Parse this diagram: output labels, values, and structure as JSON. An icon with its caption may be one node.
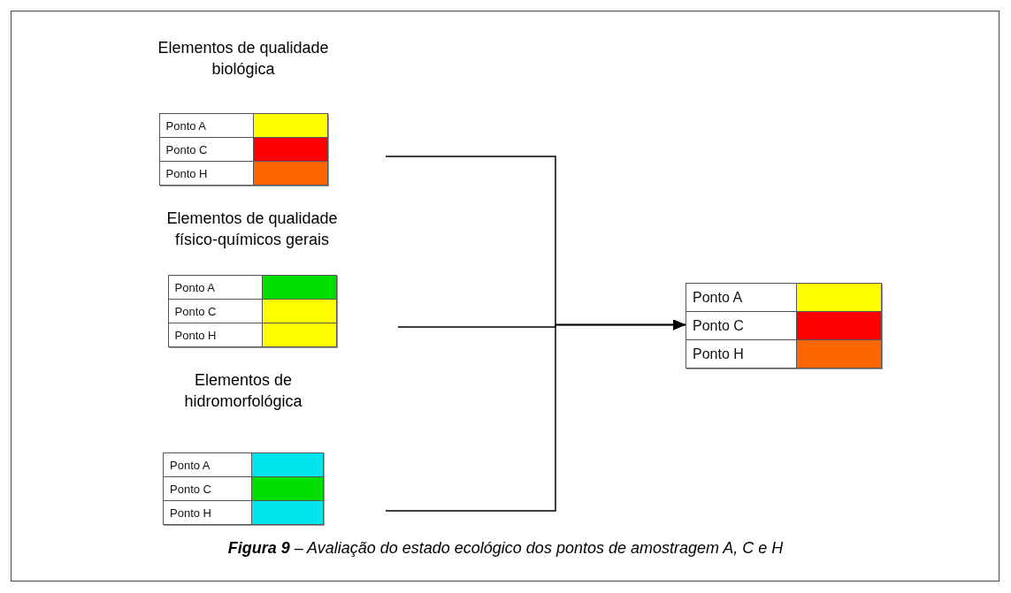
{
  "diagram": {
    "caption": "**Figura 9** – Avaliação do estado ecológico dos pontos de amostragem A, C e H",
    "nodes": [
      {
        "text": [
          "Elementos de qualidade biológica"
        ]
      },
      {
        "text": [
          "Ponto A"
        ],
        "in": 0
      },
      {
        "text": [
          "Ponto C"
        ],
        "in": 0
      },
      {
        "text": [
          "Ponto H"
        ],
        "in": 0
      },
      {
        "text": [
          "Elementos de qualidade físico-químicos gerais"
        ]
      },
      {
        "text": [
          "Ponto A"
        ],
        "in": 4
      },
      {
        "text": [
          "Ponto C"
        ],
        "in": 4
      },
      {
        "text": [
          "Ponto H"
        ],
        "in": 4
      },
      {
        "text": [
          "Elementos de hidromorfológica"
        ]
      },
      {
        "text": [
          "Ponto A"
        ],
        "in": 8
      },
      {
        "text": [
          "Ponto C"
        ],
        "in": 8
      },
      {
        "text": [
          "Ponto H"
        ],
        "in": 8
      },
      {
        "text": [],
        "shape": "box"
      },
      {
        "text": [
          "Ponto A"
        ],
        "in": 12
      },
      {
        "text": [
          "Ponto C"
        ],
        "in": 12
      },
      {
        "text": [
          "Ponto H"
        ],
        "in": 12
      }
    ],
    "edges": [
      {
        "from": 0,
        "to": 12,
        "arrow": "to"
      },
      {
        "from": 4,
        "to": 12,
        "arrow": "to"
      },
      {
        "from": 8,
        "to": 12,
        "arrow": "to"
      }
    ]
  }
}
